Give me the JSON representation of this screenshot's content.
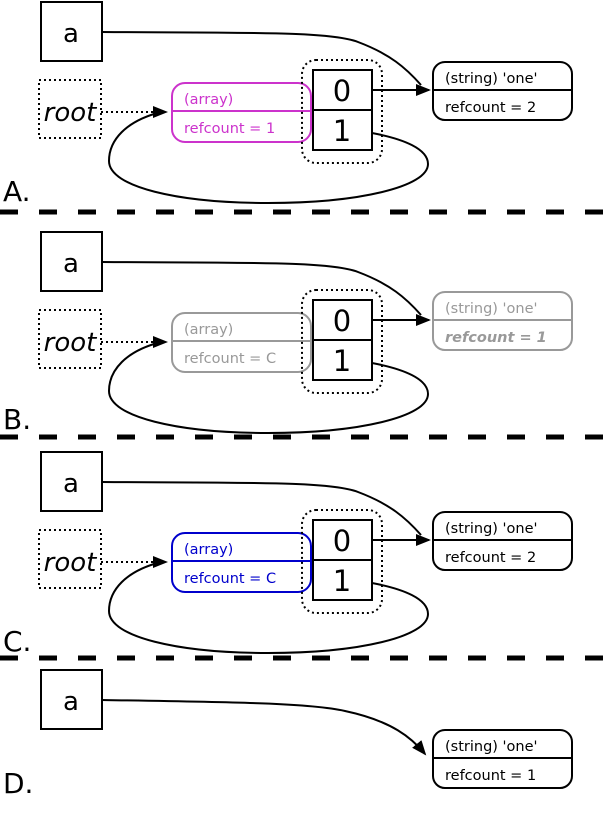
{
  "diagram": {
    "title": "reference-counting-cycle-collection-steps",
    "colors": {
      "candidate_root": "#cc33cc",
      "marked_grey": "#999999",
      "scanned_blue": "#0000cc",
      "line": "#000000"
    },
    "panels": [
      {
        "label": "A.",
        "var_label": "a",
        "root_label": "root",
        "array": {
          "title": "(array)",
          "refcount": "refcount = 1",
          "color": "#cc33cc"
        },
        "cells": [
          "0",
          "1"
        ],
        "string": {
          "title": "(string) 'one'",
          "refcount": "refcount = 2",
          "color": "#000000"
        }
      },
      {
        "label": "B.",
        "var_label": "a",
        "root_label": "root",
        "array": {
          "title": "(array)",
          "refcount": "refcount = C",
          "color": "#999999"
        },
        "cells": [
          "0",
          "1"
        ],
        "string": {
          "title": "(string) 'one'",
          "refcount": "refcount = 1",
          "color": "#999999"
        }
      },
      {
        "label": "C.",
        "var_label": "a",
        "root_label": "root",
        "array": {
          "title": "(array)",
          "refcount": "refcount = C",
          "color": "#0000cc"
        },
        "cells": [
          "0",
          "1"
        ],
        "string": {
          "title": "(string) 'one'",
          "refcount": "refcount = 2",
          "color": "#000000"
        }
      },
      {
        "label": "D.",
        "var_label": "a",
        "string": {
          "title": "(string) 'one'",
          "refcount": "refcount = 1",
          "color": "#000000"
        }
      }
    ]
  }
}
